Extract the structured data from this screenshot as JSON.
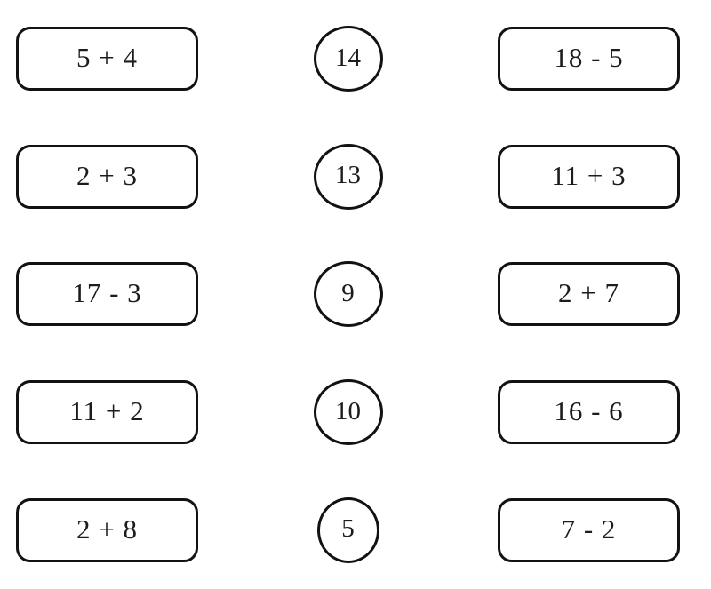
{
  "colors": {
    "ink": "#1c1c1c",
    "border": "#121212",
    "background": "#ffffff"
  },
  "worksheet": {
    "rows": [
      {
        "left": "5 + 4",
        "circle": "14",
        "right": "18 - 5"
      },
      {
        "left": "2 + 3",
        "circle": "13",
        "right": "11 + 3"
      },
      {
        "left": "17 - 3",
        "circle": "9",
        "right": "2 + 7"
      },
      {
        "left": "11 + 2",
        "circle": "10",
        "right": "16 - 6"
      },
      {
        "left": "2 + 8",
        "circle": "5",
        "right": "7 - 2"
      }
    ]
  }
}
